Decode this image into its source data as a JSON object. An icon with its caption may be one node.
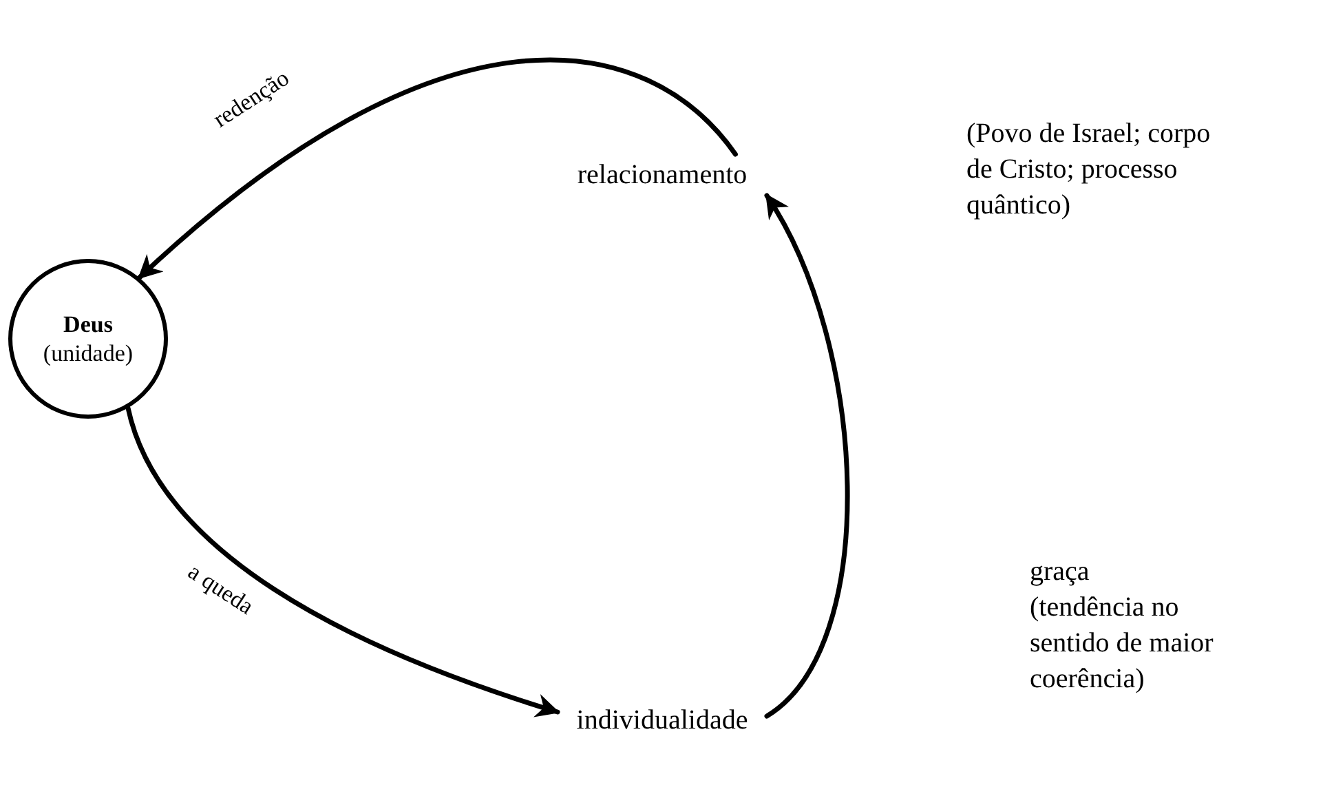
{
  "diagram": {
    "nodes": [
      {
        "text": [
          "Deus",
          "(unidade)"
        ]
      },
      {
        "text": [
          "relacionamento"
        ]
      },
      {
        "text": [
          "individualidade"
        ]
      }
    ],
    "edges": [
      {
        "from": 1,
        "to": 0,
        "arrow": "to",
        "label": "redenção"
      },
      {
        "from": 0,
        "to": 2,
        "arrow": "to",
        "label": "a queda"
      },
      {
        "from": 2,
        "to": 1,
        "arrow": "to"
      }
    ],
    "labels": [
      "(Povo de Israel; corpo de Cristo; processo quântico)",
      "graça",
      "(tendência no sentido de maior coerência)"
    ]
  }
}
